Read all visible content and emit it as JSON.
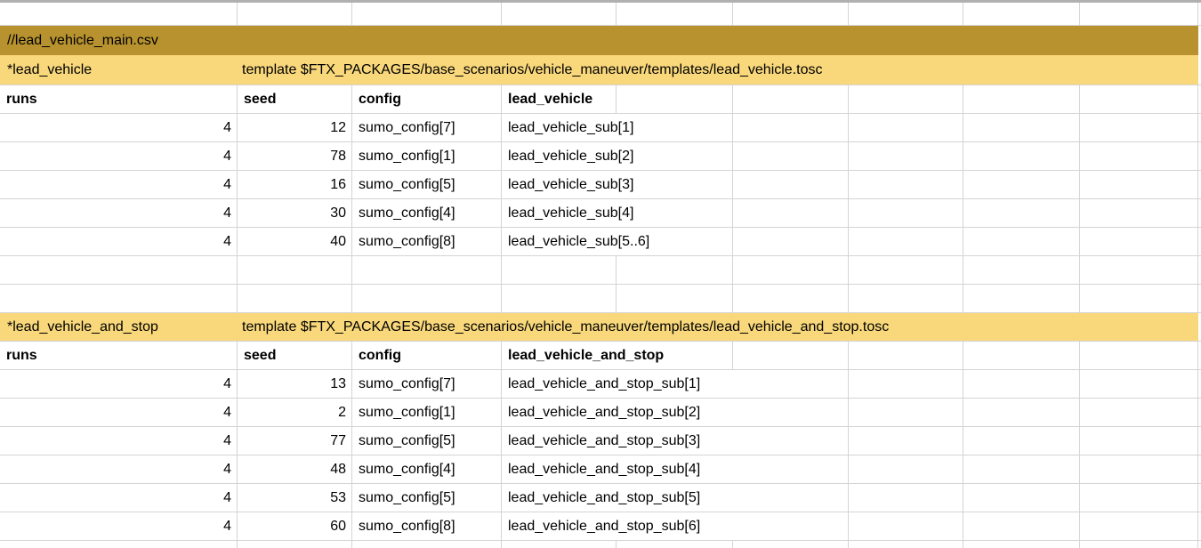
{
  "colors": {
    "gold": "#B7922E",
    "yellow": "#F9D87B",
    "grid": "#D4D4D4",
    "topbar": "#B0B0B0",
    "text": "#000000"
  },
  "file_banner": "//lead_vehicle_main.csv",
  "sections": [
    {
      "name": "*lead_vehicle",
      "template": "template $FTX_PACKAGES/base_scenarios/vehicle_maneuver/templates/lead_vehicle.tosc",
      "headers": [
        "runs",
        "seed",
        "config",
        "lead_vehicle"
      ],
      "rows": [
        {
          "runs": "4",
          "seed": "12",
          "config": "sumo_config[7]",
          "vehicle": "lead_vehicle_sub[1]"
        },
        {
          "runs": "4",
          "seed": "78",
          "config": "sumo_config[1]",
          "vehicle": "lead_vehicle_sub[2]"
        },
        {
          "runs": "4",
          "seed": "16",
          "config": "sumo_config[5]",
          "vehicle": "lead_vehicle_sub[3]"
        },
        {
          "runs": "4",
          "seed": "30",
          "config": "sumo_config[4]",
          "vehicle": "lead_vehicle_sub[4]"
        },
        {
          "runs": "4",
          "seed": "40",
          "config": "sumo_config[8]",
          "vehicle": "lead_vehicle_sub[5..6]"
        }
      ]
    },
    {
      "name": "*lead_vehicle_and_stop",
      "template": "template $FTX_PACKAGES/base_scenarios/vehicle_maneuver/templates/lead_vehicle_and_stop.tosc",
      "headers": [
        "runs",
        "seed",
        "config",
        "lead_vehicle_and_stop"
      ],
      "rows": [
        {
          "runs": "4",
          "seed": "13",
          "config": "sumo_config[7]",
          "vehicle": "lead_vehicle_and_stop_sub[1]"
        },
        {
          "runs": "4",
          "seed": "2",
          "config": "sumo_config[1]",
          "vehicle": "lead_vehicle_and_stop_sub[2]"
        },
        {
          "runs": "4",
          "seed": "77",
          "config": "sumo_config[5]",
          "vehicle": "lead_vehicle_and_stop_sub[3]"
        },
        {
          "runs": "4",
          "seed": "48",
          "config": "sumo_config[4]",
          "vehicle": "lead_vehicle_and_stop_sub[4]"
        },
        {
          "runs": "4",
          "seed": "53",
          "config": "sumo_config[5]",
          "vehicle": "lead_vehicle_and_stop_sub[5]"
        },
        {
          "runs": "4",
          "seed": "60",
          "config": "sumo_config[8]",
          "vehicle": "lead_vehicle_and_stop_sub[6]"
        }
      ]
    }
  ]
}
